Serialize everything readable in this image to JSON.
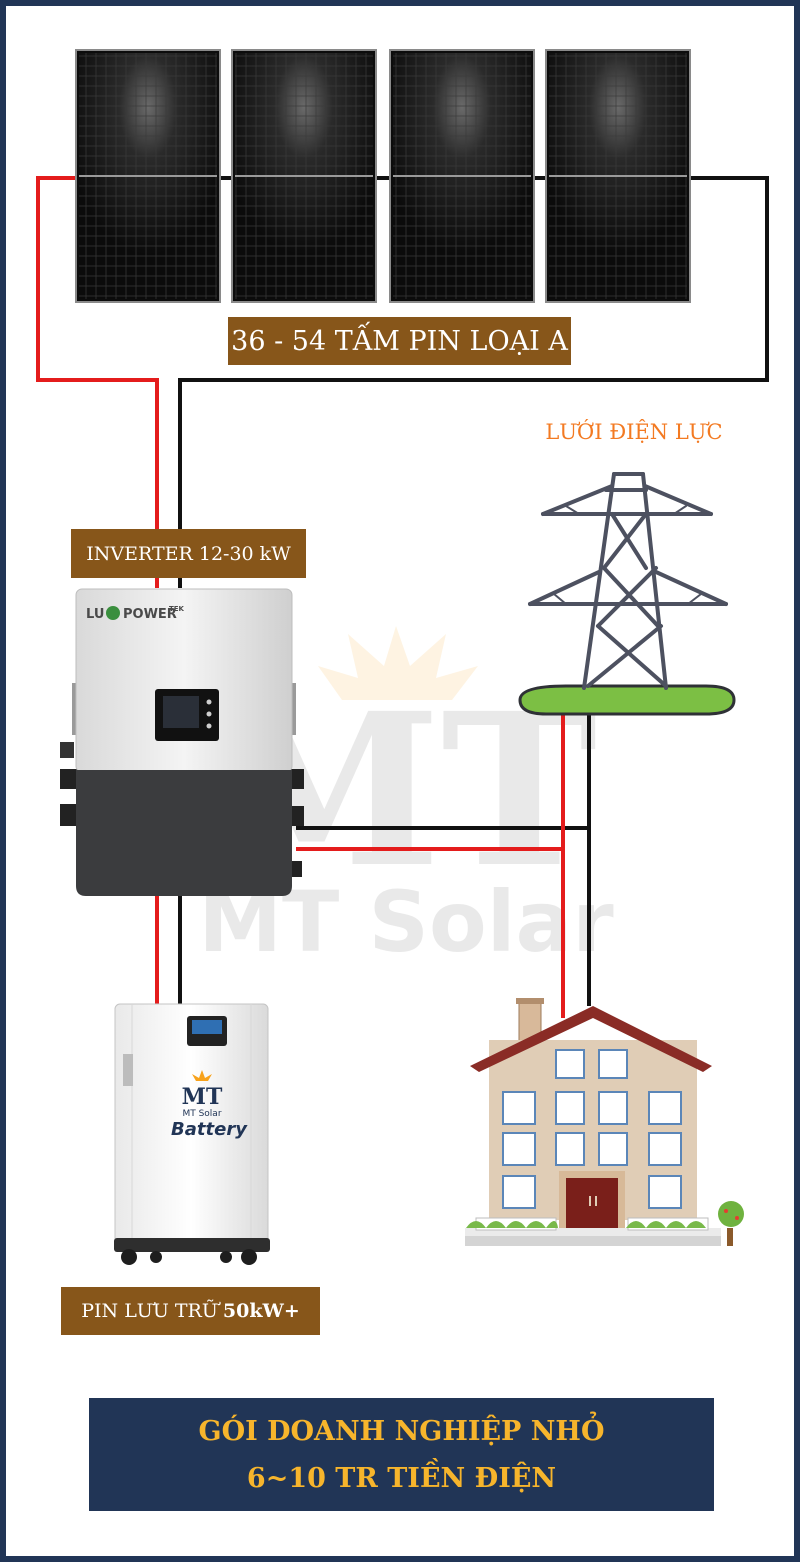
{
  "panels_label": "36 - 54 TẤM PIN LOẠI A",
  "grid_label": "LƯỚI ĐIỆN LỰC",
  "inverter_label": "INVERTER 12-30 kW",
  "battery_label_prefix": "PIN LƯU TRỮ",
  "battery_label_value": "50kW+",
  "inverter_brand": "LU",
  "inverter_brand_suffix": "POWER",
  "inverter_brand_tek": "TEK",
  "battery_logo": "MT",
  "battery_brand": "MT Solar",
  "battery_word": "Battery",
  "watermark_logo": "MT",
  "watermark_brand": "MT Solar",
  "banner_line1": "GÓI DOANH NGHIỆP NHỎ",
  "banner_line2": "6~10 TR TIỀN ĐIỆN",
  "colors": {
    "border": "#213556",
    "label_bg": "#87561a",
    "grid_title": "#f37a22",
    "banner_text": "#f7b52c",
    "wire_red": "#e41c1c",
    "wire_black": "#111111"
  }
}
